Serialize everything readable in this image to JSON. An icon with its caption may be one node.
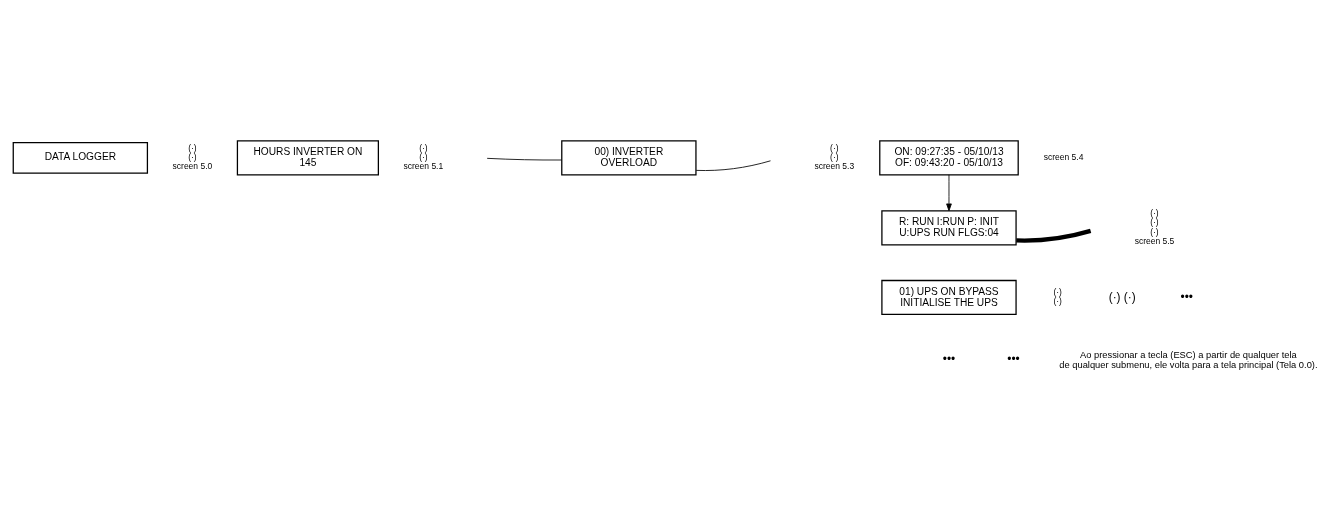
{
  "diagram": {
    "nodes": [
      {
        "text": [
          "DATA LOGGER"
        ],
        "beside": [
          "(·)",
          "(·)",
          "screen 5.0"
        ]
      },
      {
        "text": [
          "HOURS INVERTER ON",
          "145"
        ],
        "beside": [
          "(·)",
          "(·)",
          "screen 5.1"
        ]
      },
      {
        "text": [
          "00) INVERTER",
          "OVERLOAD"
        ],
        "beside": [
          "(·)",
          "(·)",
          "screen 5.3"
        ]
      },
      {
        "text": [
          "ON: 09:27:35 - 05/10/13",
          "OF: 09:43:20 - 05/10/13"
        ],
        "beside": [
          "screen 5.4"
        ]
      },
      {
        "text": [
          "R: RUN I:RUN P: INIT",
          "U:UPS RUN FLGS:04"
        ],
        "beside": [
          "(·)",
          "(·)",
          "(·)",
          "screen 5.5"
        ]
      },
      {
        "text": [
          "01) UPS ON BYPASS",
          "INITIALISE THE UPS"
        ],
        "beside": [
          "(·)",
          "(·)"
        ]
      }
    ],
    "edges": [
      {
        "from": null,
        "to": 2,
        "arrow": "none"
      },
      {
        "from": 2,
        "to": null,
        "arrow": "none"
      },
      {
        "from": 3,
        "to": 4,
        "arrow": "to"
      },
      {
        "from": 4,
        "to": null,
        "arrow": "none",
        "style": "thick"
      }
    ],
    "labels": [
      "(·) (·)",
      "•••",
      "•••",
      "•••",
      "Ao pressionar a tecla (ESC) a partir de qualquer tela de qualquer submenu, ele volta para a tela principal (Tela 0.0)."
    ]
  }
}
